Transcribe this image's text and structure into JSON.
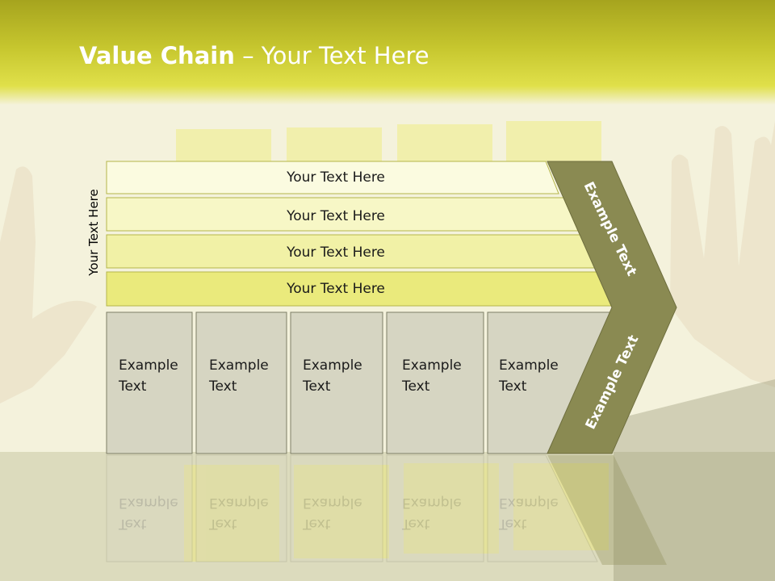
{
  "title": {
    "bold": "Value Chain",
    "rest": " – Your Text Here"
  },
  "side_label": "Your Text Here",
  "rows": [
    {
      "text": "Your Text Here"
    },
    {
      "text": "Your Text Here"
    },
    {
      "text": "Your Text Here"
    },
    {
      "text": "Your Text Here"
    }
  ],
  "boxes": [
    {
      "line1": "Example",
      "line2": "Text"
    },
    {
      "line1": "Example",
      "line2": "Text"
    },
    {
      "line1": "Example",
      "line2": "Text"
    },
    {
      "line1": "Example",
      "line2": "Text"
    },
    {
      "line1": "Example",
      "line2": "Text"
    }
  ],
  "chevron": {
    "upper": "Example Text",
    "lower": "Example Text"
  },
  "colors": {
    "header": "#c6c62e",
    "row_fills": [
      "#fbfbe0",
      "#f7f7c6",
      "#f1f1a6",
      "#eaea7c"
    ],
    "box_fill": "#d6d5c2",
    "chevron_fill": "#8a8a52"
  }
}
